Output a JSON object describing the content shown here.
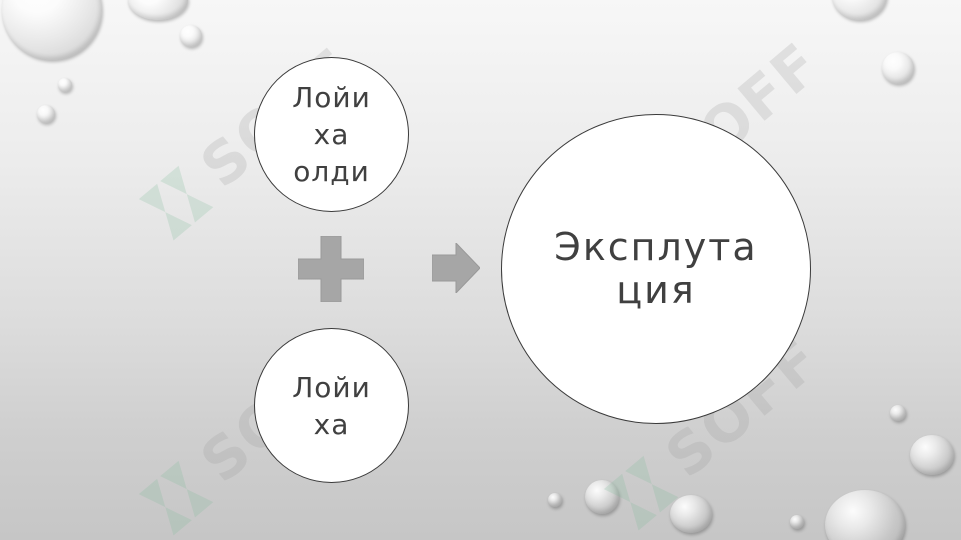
{
  "diagram": {
    "operand_top": "Лойи\nха\nолди",
    "operand_bottom": "Лойи\nха",
    "result": "Эксплута\nция",
    "operator_icon": "plus-icon",
    "relation_icon": "arrow-right-icon"
  },
  "watermark": {
    "text": "SOFF"
  },
  "colors": {
    "circle_fill": "#ffffff",
    "circle_border": "#3a3a3a",
    "text": "#404040",
    "plus": "#a6a6a6",
    "arrow": "#a6a6a6",
    "watermark_logo": "#7dbb98",
    "watermark_text": "#9a9a9a"
  }
}
